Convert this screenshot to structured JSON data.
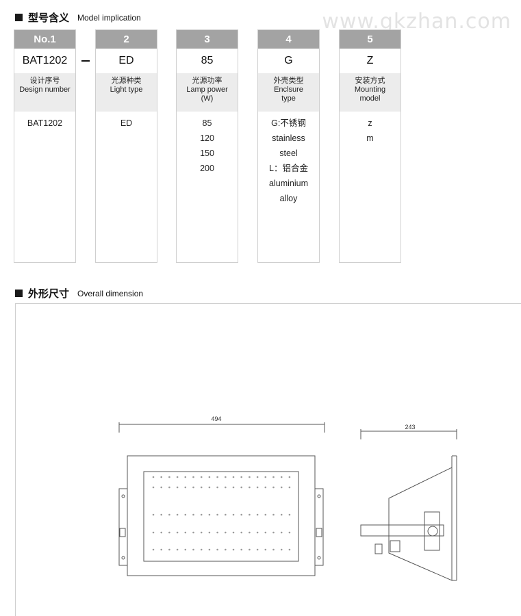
{
  "section1": {
    "zh": "型号含义",
    "en": "Model implication"
  },
  "section2": {
    "zh": "外形尺寸",
    "en": "Overall dimension"
  },
  "watermark": "www.gkzhan.com",
  "separator": "–",
  "columns": [
    {
      "header": "No.1",
      "code": "BAT1202",
      "label_zh": "设计序号",
      "label_en": "Design number",
      "values": [
        "BAT1202"
      ]
    },
    {
      "header": "2",
      "code": "ED",
      "label_zh": "光源种类",
      "label_en": "Light type",
      "values": [
        "ED"
      ]
    },
    {
      "header": "3",
      "code": "85",
      "label_zh": "光源功率",
      "label_en": "Lamp power\n(W)",
      "values": [
        "85",
        "120",
        "150",
        "200"
      ]
    },
    {
      "header": "4",
      "code": "G",
      "label_zh": "外壳类型",
      "label_en": "Enclsure\ntype",
      "values": [
        "G:不锈钢",
        "stainless",
        "steel",
        "L：铝合金",
        "aluminium",
        "alloy"
      ]
    },
    {
      "header": "5",
      "code": "Z",
      "label_zh": "安装方式",
      "label_en": "Mounting\nmodel",
      "values": [
        "z",
        "m"
      ]
    }
  ],
  "drawing": {
    "front_width": "494",
    "side_width": "243"
  }
}
